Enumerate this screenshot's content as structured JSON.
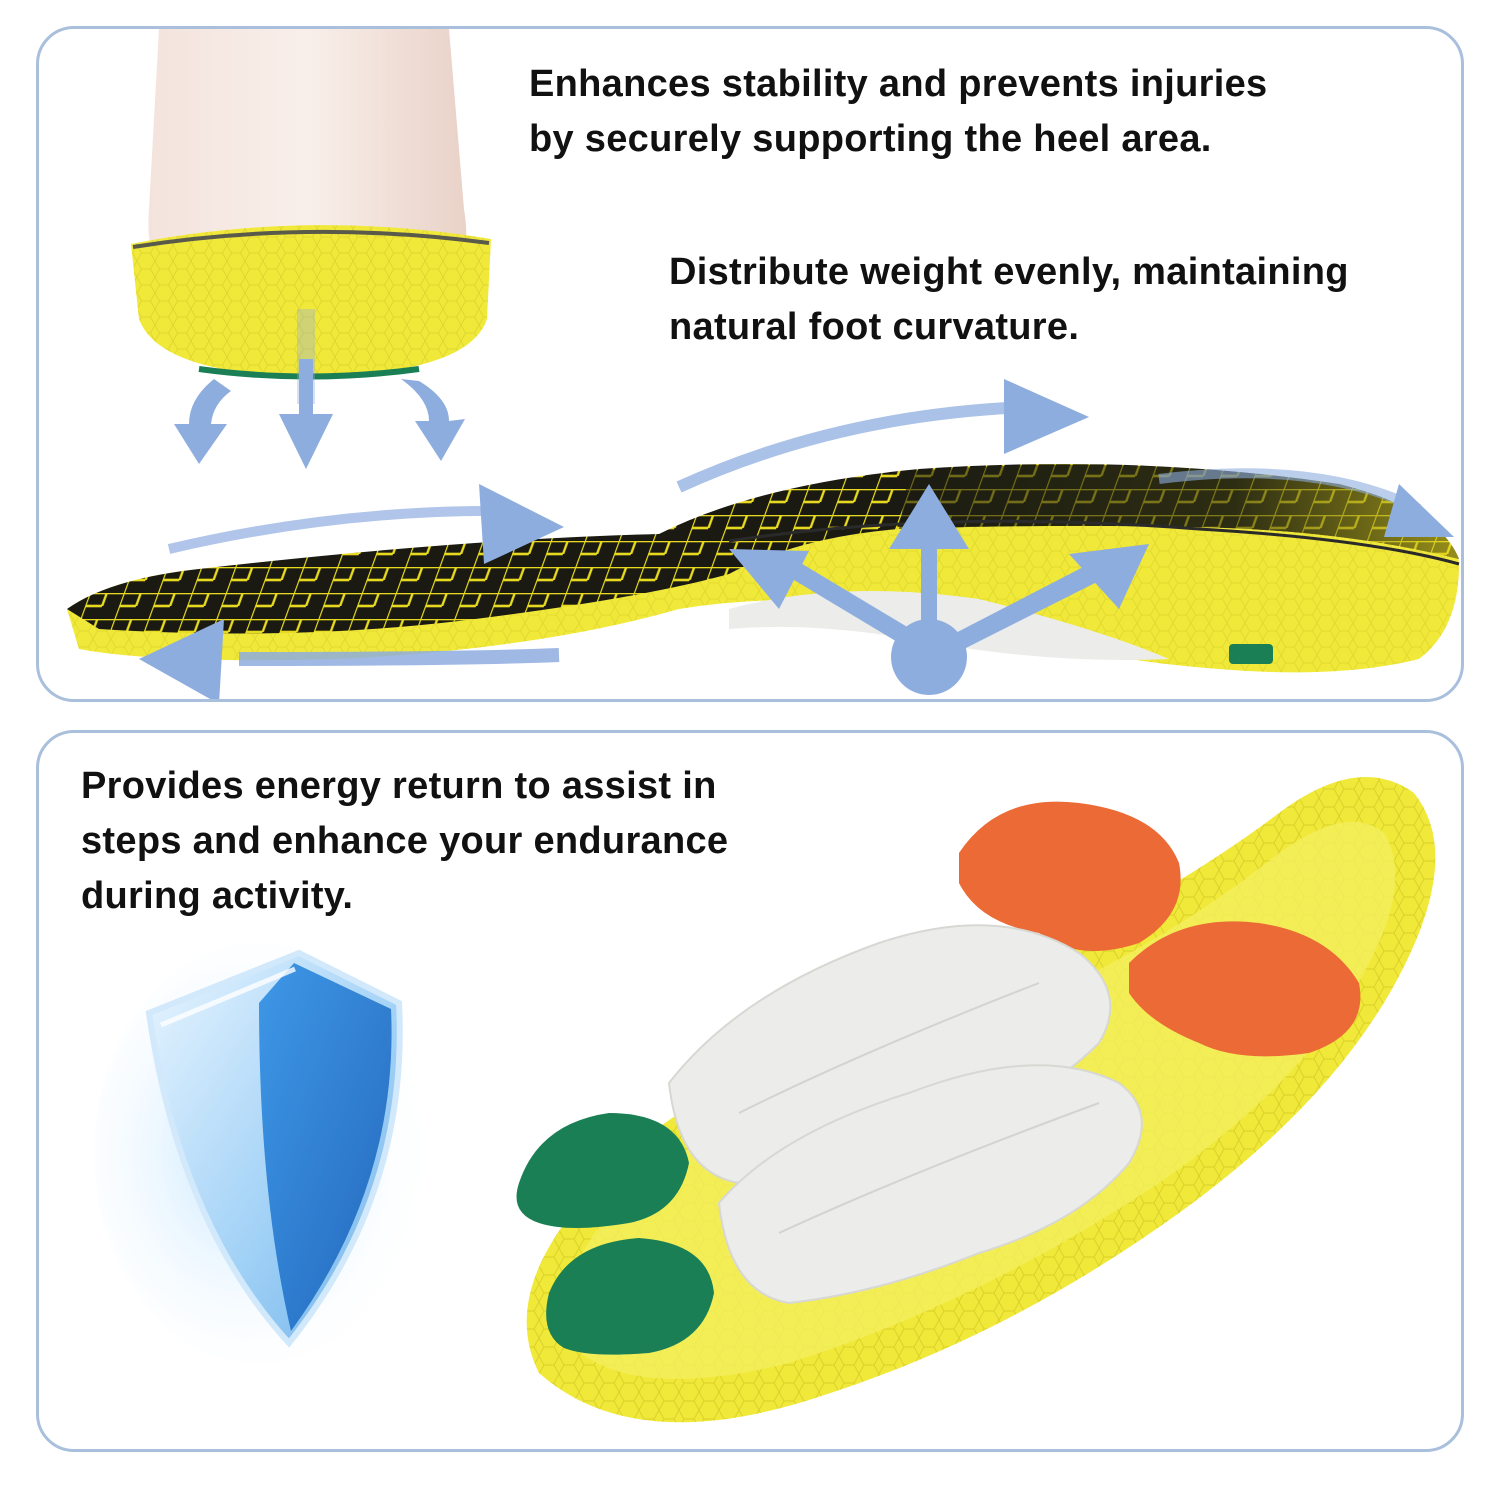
{
  "captions": {
    "heel_support": "Enhances stability and prevents injuries\nby securely supporting the heel area.",
    "weight_distribution": "Distribute weight evenly, maintaining\nnatural foot curvature.",
    "energy_return": "Provides energy return to assist in\nsteps and enhance your endurance\nduring activity."
  },
  "colors": {
    "panel_border": "#a9bfdc",
    "arrow_blue": "#8eaddf",
    "insole_yellow": "#f1e93a",
    "insole_black": "#1a1a12",
    "pad_orange": "#ec6a36",
    "pad_green": "#1b7f55",
    "shell_white": "#ececea",
    "shield_blue": "#3d9be8"
  },
  "icons": {
    "shield": "shield-icon",
    "arrows": "force-arrows-icon"
  }
}
